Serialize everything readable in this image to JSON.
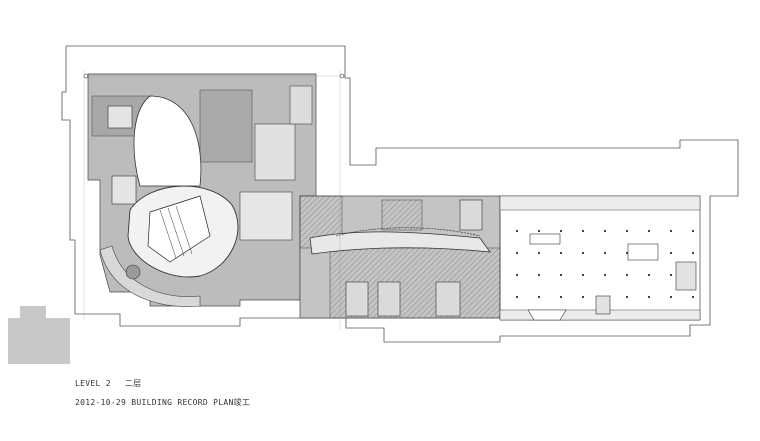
{
  "drawing": {
    "level_label": "LEVEL 2",
    "level_label_cn": "二层",
    "record_label": "2012-10-29 BUILDING RECORD PLAN",
    "record_label_cn": "竣工"
  },
  "colors": {
    "line": "#444444",
    "fill_gray": "#bcbcbc",
    "fill_dark": "#9a9a9a",
    "fill_light": "#d6d6d6",
    "hatch": "#7a7a7a",
    "block": "#c8c8c8"
  }
}
